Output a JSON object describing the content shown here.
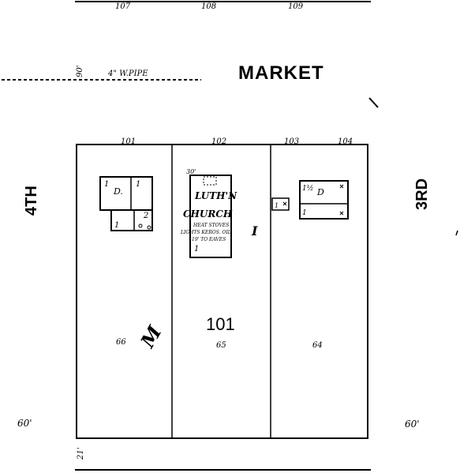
{
  "top_block_lot_numbers": [
    "107",
    "108",
    "109"
  ],
  "streets": {
    "market": "MARKET",
    "fourth": "4TH",
    "third": "3RD"
  },
  "street_widths": {
    "market": "90'",
    "fourth": "60'",
    "third": "60'",
    "bottom": "21'"
  },
  "pipe_label": "4\" W.PIPE",
  "block": {
    "number": "101",
    "lot_numbers": [
      "101",
      "102",
      "103",
      "104"
    ],
    "parcel_numbers": [
      "66",
      "65",
      "64"
    ],
    "marks": [
      "M",
      "I"
    ]
  },
  "buildings": {
    "west_dwelling": {
      "story": "1",
      "use": "D.",
      "rear_story": "1",
      "rear_right": "2"
    },
    "church": {
      "height": "30'",
      "name_line1": "LUTH'N",
      "name_line2": "CHURCH",
      "note_line1": "HEAT STOVES",
      "note_line2": "LIGHTS KEROS. OIL",
      "note_line3": "19' TO EAVES",
      "story": "1"
    },
    "east_dwelling": {
      "story": "1½",
      "use": "D",
      "rear_story": "1",
      "small_story": "1"
    }
  },
  "colors": {
    "ink": "#000000",
    "paper": "#ffffff"
  }
}
